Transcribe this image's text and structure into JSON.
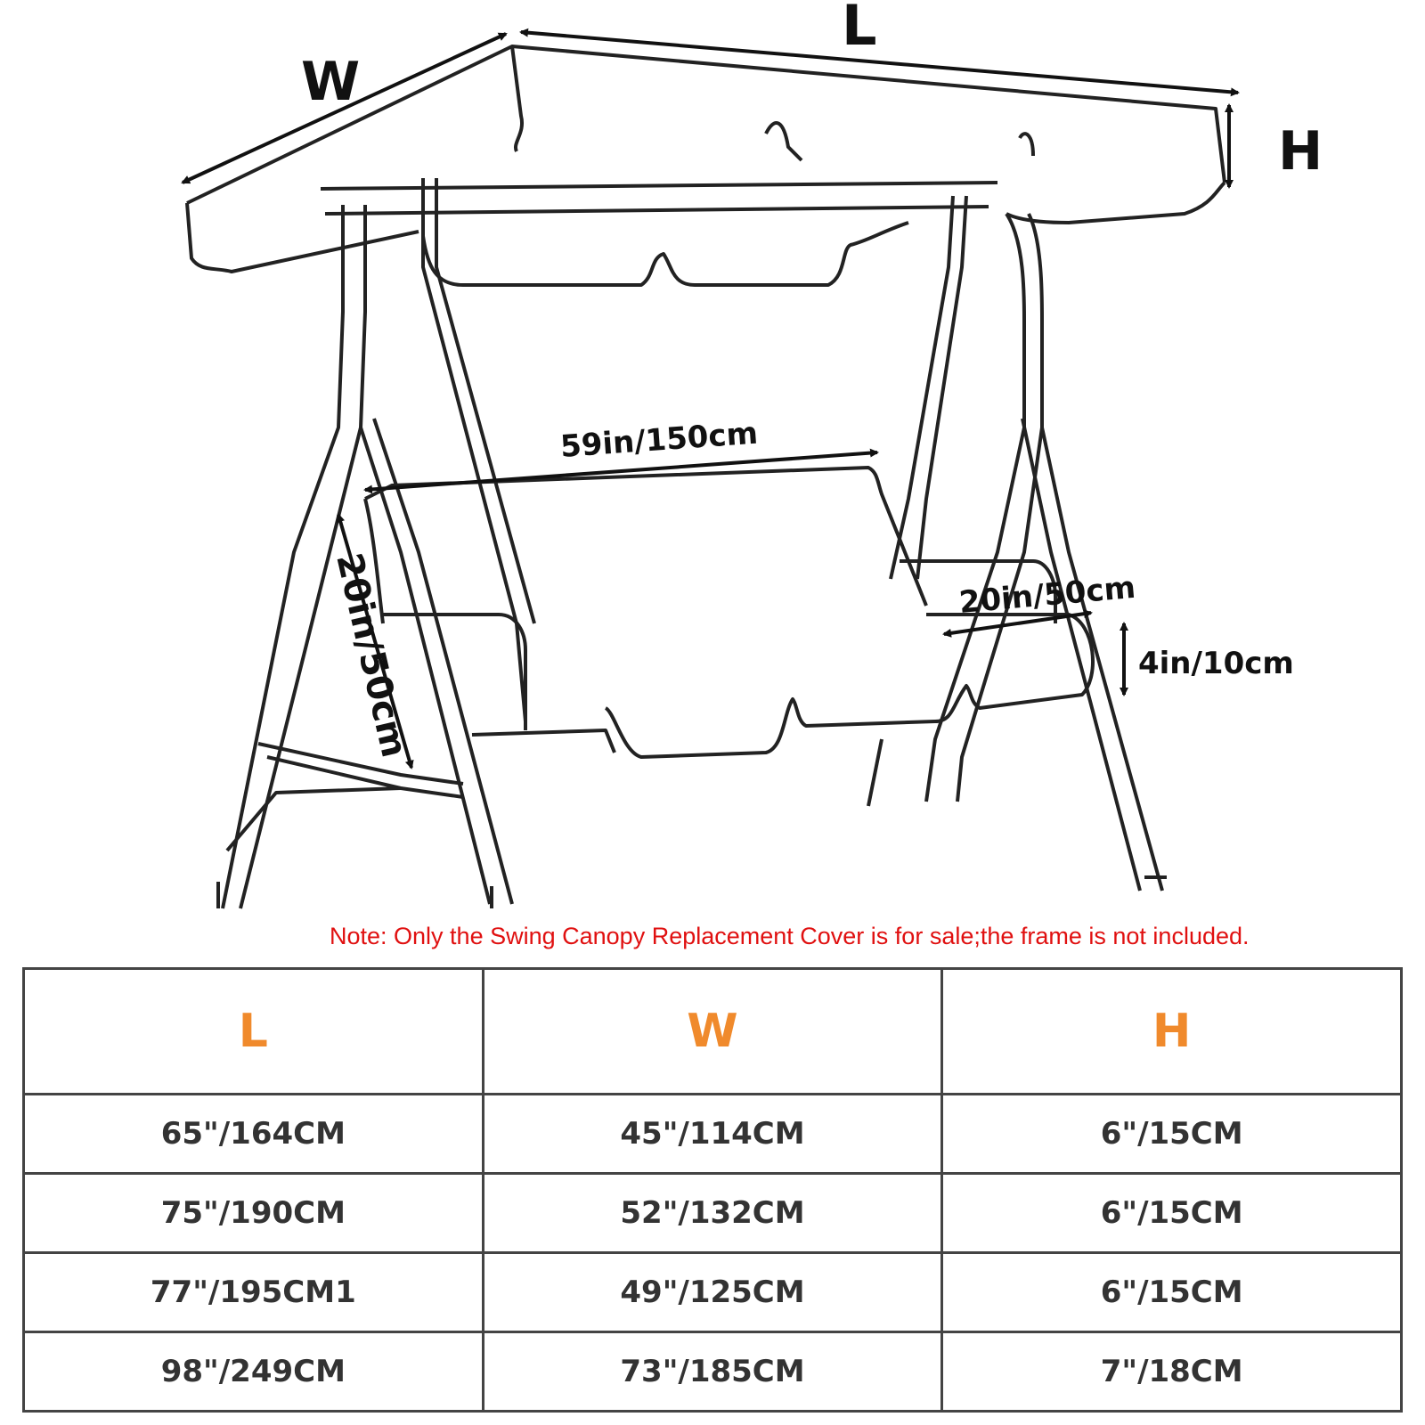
{
  "dimensions": {
    "length_label": "L",
    "width_label": "W",
    "height_label": "H",
    "seat_length": "59in/150cm",
    "seat_back_height": "20in/50cm",
    "seat_depth": "20in/50cm",
    "cushion_thickness": "4in/10cm"
  },
  "note": "Note: Only the Swing Canopy Replacement Cover is for sale;the frame is not included.",
  "colors": {
    "note": "#e01010",
    "header": "#f08a2c",
    "lines": "#222222"
  },
  "table": {
    "headers": [
      "L",
      "W",
      "H"
    ],
    "rows": [
      [
        "65\"/164CM",
        "45\"/114CM",
        "6\"/15CM"
      ],
      [
        "75\"/190CM",
        "52\"/132CM",
        "6\"/15CM"
      ],
      [
        "77\"/195CM1",
        "49\"/125CM",
        "6\"/15CM"
      ],
      [
        "98\"/249CM",
        "73\"/185CM",
        "7\"/18CM"
      ]
    ]
  }
}
